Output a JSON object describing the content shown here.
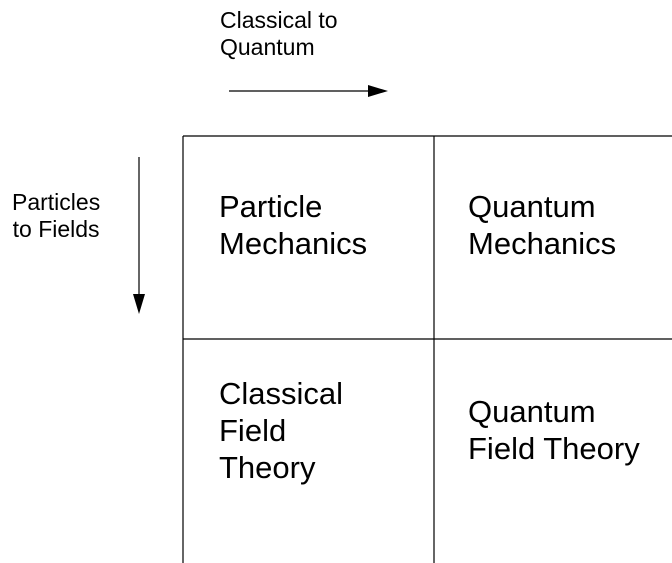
{
  "axes": {
    "horizontal": "Classical to\nQuantum",
    "vertical": "Particles\nto Fields"
  },
  "cells": {
    "top_left": "Particle\nMechanics",
    "top_right": "Quantum\nMechanics",
    "bottom_left": "Classical\nField\nTheory",
    "bottom_right": "Quantum\nField Theory"
  }
}
